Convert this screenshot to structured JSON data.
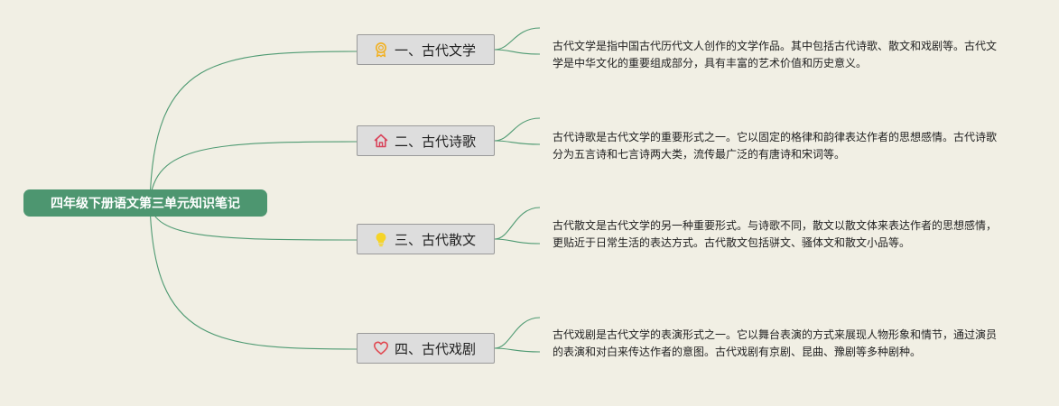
{
  "colors": {
    "background": "#f1efe4",
    "root_fill": "#4d9670",
    "branch_fill": "#dddddd",
    "branch_border": "#9a9a9a",
    "connector": "#4e9a72"
  },
  "root": {
    "title": "四年级下册语文第三单元知识笔记"
  },
  "branches": [
    {
      "label": "一、古代文学",
      "icon": "award-ribbon-icon",
      "icon_color": "#f2b01e",
      "note": "古代文学是指中国古代历代文人创作的文学作品。其中包括古代诗歌、散文和戏剧等。古代文学是中华文化的重要组成部分，具有丰富的艺术价值和历史意义。"
    },
    {
      "label": "二、古代诗歌",
      "icon": "house-icon",
      "icon_color": "#d9435a",
      "note": "古代诗歌是古代文学的重要形式之一。它以固定的格律和韵律表达作者的思想感情。古代诗歌分为五言诗和七言诗两大类，流传最广泛的有唐诗和宋词等。"
    },
    {
      "label": "三、古代散文",
      "icon": "lightbulb-icon",
      "icon_color": "#f5d428",
      "note": "古代散文是古代文学的另一种重要形式。与诗歌不同，散文以散文体来表达作者的思想感情，更贴近于日常生活的表达方式。古代散文包括骈文、骚体文和散文小品等。"
    },
    {
      "label": "四、古代戏剧",
      "icon": "heart-icon",
      "icon_color": "#e04a52",
      "note": "古代戏剧是古代文学的表演形式之一。它以舞台表演的方式来展现人物形象和情节，通过演员的表演和对白来传达作者的意图。古代戏剧有京剧、昆曲、豫剧等多种剧种。"
    }
  ]
}
